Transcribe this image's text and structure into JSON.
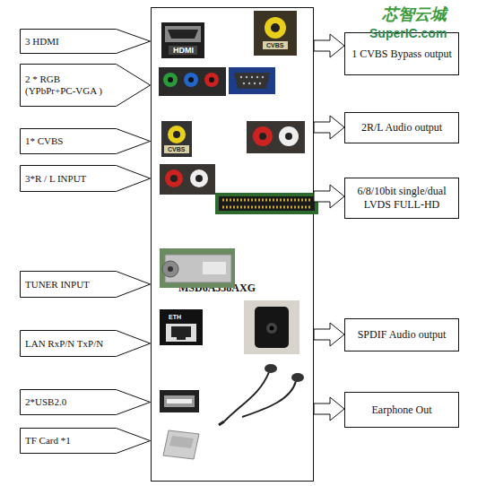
{
  "diagram": {
    "nodes": [
      {
        "text": [
          "3 HDMI"
        ]
      },
      {
        "text": [
          "2 * RGB (YPbPr+PC-VGA )"
        ]
      },
      {
        "text": [
          "1* CVBS"
        ]
      },
      {
        "text": [
          "3*R / L INPUT"
        ]
      },
      {
        "text": [
          "TUNER INPUT"
        ]
      },
      {
        "text": [
          "LAN RxP/N TxP/N"
        ]
      },
      {
        "text": [
          "2*USB2.0"
        ]
      },
      {
        "text": [
          "TF Card *1"
        ]
      },
      {
        "text": [
          "MSD6A358AXG"
        ]
      },
      {
        "text": [
          "1 CVBS Bypass output"
        ]
      },
      {
        "text": [
          "2R/L Audio output"
        ]
      },
      {
        "text": [
          "6/8/10bit single/dual LVDS FULL-HD"
        ]
      },
      {
        "text": [
          "SPDIF Audio output"
        ]
      },
      {
        "text": [
          "Earphone Out"
        ]
      }
    ],
    "edges": [
      {
        "from": 8,
        "to": 9,
        "arrow": "to"
      },
      {
        "from": 8,
        "to": 10,
        "arrow": "to"
      },
      {
        "from": 8,
        "to": 11,
        "arrow": "to"
      },
      {
        "from": 8,
        "to": 12,
        "arrow": "to"
      },
      {
        "from": 8,
        "to": 13,
        "arrow": "to"
      }
    ],
    "labels": [
      "HDMI",
      "CVBS",
      "CVBS",
      "ETH",
      "芯智云城",
      "SuperIC.com"
    ]
  }
}
